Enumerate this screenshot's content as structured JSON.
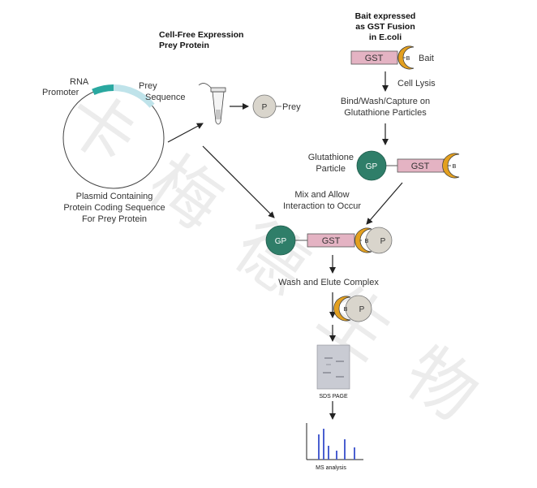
{
  "title_cell_free": [
    "Cell-Free Expression",
    "Prey Protein"
  ],
  "title_bait": [
    "Bait expressed",
    "as GST Fusion",
    "in E.coli"
  ],
  "labels": {
    "rna_promoter": [
      "RNA",
      "Promoter"
    ],
    "prey_sequence": [
      "Prey",
      "Sequence"
    ],
    "plasmid": [
      "Plasmid Containing",
      "Protein Coding Sequence",
      "For Prey Protein"
    ],
    "prey": "Prey",
    "bait": "Bait",
    "cell_lysis": "Cell Lysis",
    "bind_wash": [
      "Bind/Wash/Capture on",
      "Glutathione Particles"
    ],
    "glutathione_particle": [
      "Glutathione",
      "Particle"
    ],
    "mix_allow": [
      "Mix and Allow",
      "Interaction to Occur"
    ],
    "wash_elute": "Wash and Elute Complex",
    "sds_page": "SDS PAGE",
    "ms_analysis": "MS analysis"
  },
  "glyphs": {
    "gst": "GST",
    "gp": "GP",
    "b": "B",
    "p": "P"
  },
  "watermark": [
    "卡",
    "梅",
    "德",
    "生",
    "物"
  ],
  "colors": {
    "gst_fill": "#e4b3c3",
    "gp_fill": "#2f7e69",
    "bait_fill": "#e3a020",
    "prey_fill": "#d9d5cc",
    "promoter": "#2aa8a0",
    "prey_seq": "#bfe3ea",
    "gel": "#c9cbd3"
  }
}
